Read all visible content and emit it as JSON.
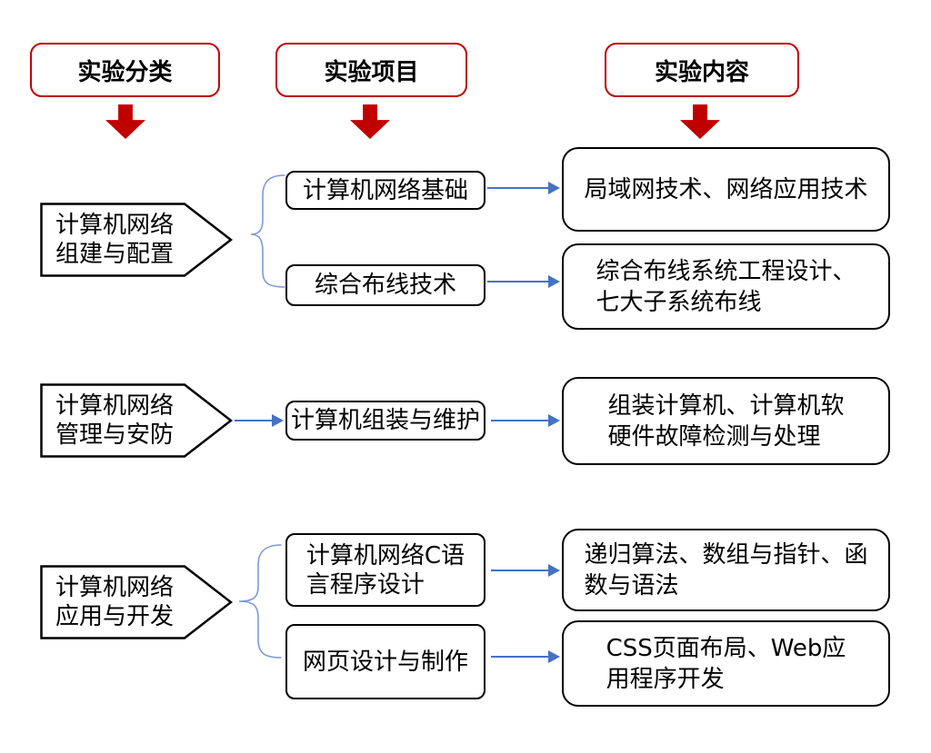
{
  "palette": {
    "red": "#C00000",
    "blue": "#4472C4",
    "brace_blue": "#7C9AD6",
    "box_border": "#000000",
    "background": "#FFFFFF"
  },
  "headers": [
    {
      "label": "实验分类"
    },
    {
      "label": "实验项目"
    },
    {
      "label": "实验内容"
    }
  ],
  "categories": [
    {
      "label": "计算机网络\n组建与配置"
    },
    {
      "label": "计算机网络\n管理与安防"
    },
    {
      "label": "计算机网络\n应用与开发"
    }
  ],
  "projects": [
    {
      "label": "计算机网络基础"
    },
    {
      "label": "综合布线技术"
    },
    {
      "label": "计算机组装与维护"
    },
    {
      "label": "计算机网络C语\n言程序设计"
    },
    {
      "label": "网页设计与制作"
    }
  ],
  "contents": [
    {
      "label": "局域网技术、网络应用技术"
    },
    {
      "label": "综合布线系统工程设计、\n七大子系统布线"
    },
    {
      "label": "组装计算机、计算机软\n硬件故障检测与处理"
    },
    {
      "label": "递归算法、数组与指针、函\n数与语法"
    },
    {
      "label": "CSS页面布局、Web应\n用程序开发"
    }
  ]
}
